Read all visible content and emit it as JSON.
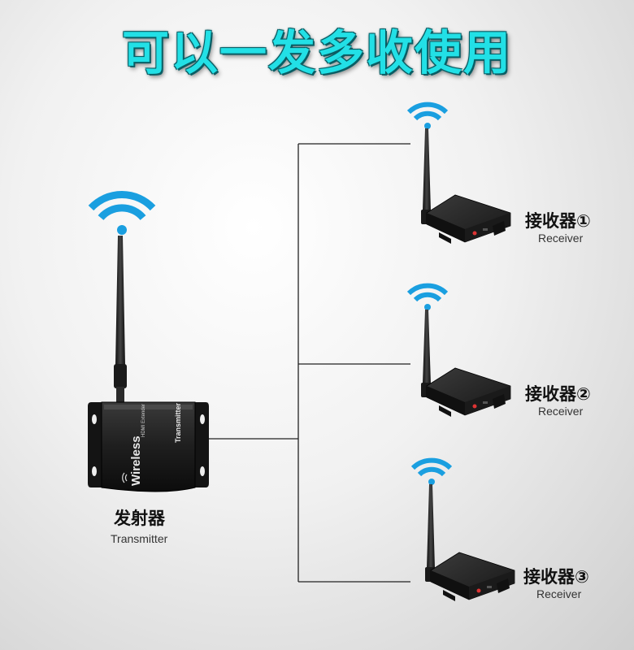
{
  "title": "可以一发多收使用",
  "transmitter": {
    "label": "发射器",
    "sublabel": "Transmitter",
    "device_text_main": "Wireless",
    "device_text_small": "HDMI Extender",
    "device_text_side": "Transmitter"
  },
  "receivers": [
    {
      "label": "接收器①",
      "sublabel": "Receiver"
    },
    {
      "label": "接收器②",
      "sublabel": "Receiver"
    },
    {
      "label": "接收器③",
      "sublabel": "Receiver"
    }
  ],
  "colors": {
    "title": "#22e0e6",
    "wifi": "#1a9fe0",
    "device": "#1c1c1c",
    "line": "#222222"
  }
}
